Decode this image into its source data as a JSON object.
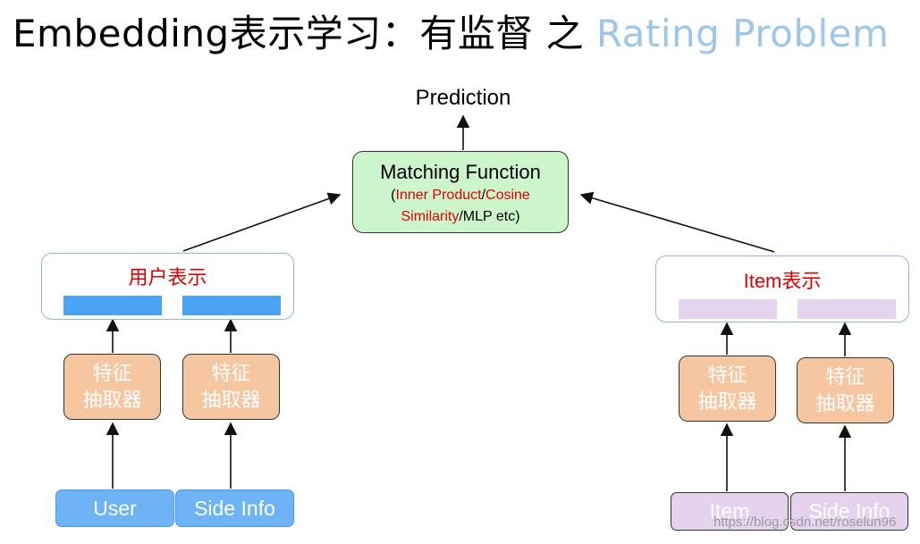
{
  "title": {
    "main": "Embedding表示学习：有监督 之 ",
    "accent": "Rating  Problem"
  },
  "colors": {
    "accent": "#9cc7ea",
    "highlight": "#e00000",
    "user_bar": "#4aa3f5",
    "item_bar": "#e4d4ee",
    "matching_fill": "#ccf5cc",
    "extractor_fill": "#f6c6a0"
  },
  "prediction": "Prediction",
  "matching": {
    "title": "Matching Function",
    "open_paren": "(",
    "inner_product": "Inner Product",
    "slash1": "/",
    "cosine": "Cosine",
    "similarity": "Similarity",
    "rest": "/MLP etc)"
  },
  "user_side": {
    "representation_label": "用户表示",
    "extractor_1": [
      "特征",
      "抽取器"
    ],
    "extractor_2": [
      "特征",
      "抽取器"
    ],
    "input_1": "User",
    "input_2": "Side Info"
  },
  "item_side": {
    "representation_label": "Item表示",
    "extractor_1": [
      "特征",
      "抽取器"
    ],
    "extractor_2": [
      "特征",
      "抽取器"
    ],
    "input_1": "Item",
    "input_2": "Side Info"
  },
  "watermark": "https://blog.csdn.net/roselun96"
}
